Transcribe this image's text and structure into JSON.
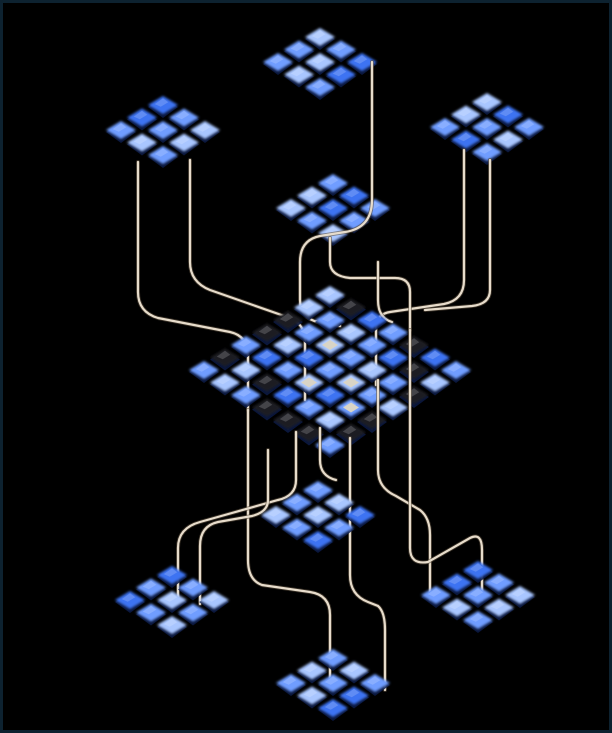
{
  "scene": {
    "kind": "isometric-grid-illustration",
    "palette": {
      "background": "#000000",
      "frame": "#0d2230",
      "tile_light": "#a9c6ff",
      "tile_mid": "#6f9dff",
      "tile_deep": "#3e73f2",
      "tile_dark": "#1e1e22",
      "chip": "#d9d4c6",
      "wire": "#e7dccb"
    },
    "clusters": [
      {
        "id": "top",
        "grid": "3x3"
      },
      {
        "id": "upper-left",
        "grid": "3x3"
      },
      {
        "id": "upper-right",
        "grid": "3x3"
      },
      {
        "id": "upper-center",
        "grid": "3x3"
      },
      {
        "id": "central-board",
        "grid": "7x7"
      },
      {
        "id": "lower-center",
        "grid": "3x3"
      },
      {
        "id": "lower-left",
        "grid": "3x3"
      },
      {
        "id": "lower-right",
        "grid": "3x3"
      },
      {
        "id": "bottom",
        "grid": "3x3"
      }
    ]
  }
}
